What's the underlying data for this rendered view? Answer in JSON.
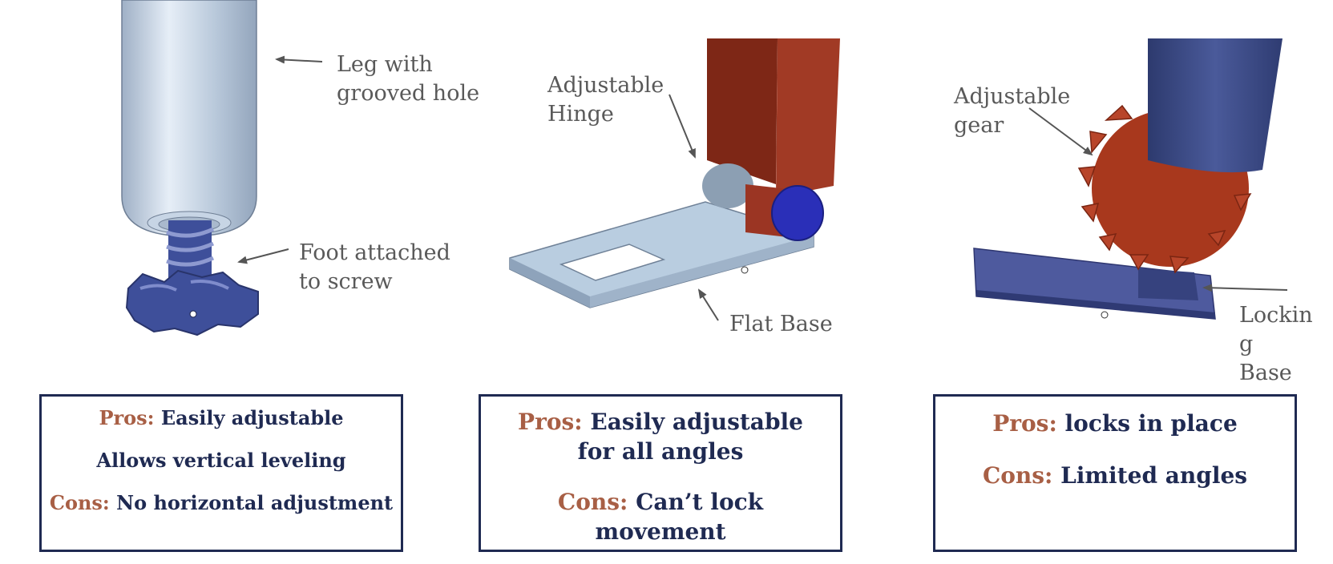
{
  "colors": {
    "pros_keyword": "#a85f45",
    "text_dark": "#1f2a52",
    "label_gray": "#595959",
    "box_border": "#1f2a52",
    "leg_steel": "#aebdd0",
    "foot_blue": "#3e4f9a",
    "hinge_red": "#9b3523",
    "base_light": "#b9cde0",
    "gear_red": "#a8381d",
    "post_navy": "#33417a"
  },
  "design1": {
    "label_leg": "Leg with\ngrooved hole",
    "label_foot": "Foot attached\nto screw",
    "pros_keyword": "Pros:",
    "pros_text": " Easily adjustable",
    "extra_line": "Allows vertical leveling",
    "cons_keyword": "Cons:",
    "cons_text": " No horizontal adjustment"
  },
  "design2": {
    "label_hinge": "Adjustable\nHinge",
    "label_base": "Flat Base",
    "pros_keyword": "Pros:",
    "pros_text": " Easily adjustable for all angles",
    "cons_keyword": "Cons:",
    "cons_text": " Can’t lock movement"
  },
  "design3": {
    "label_gear": "Adjustable\ngear",
    "label_base": "Lockin\ng\nBase",
    "pros_keyword": "Pros:",
    "pros_text": " locks in place",
    "cons_keyword": "Cons:",
    "cons_text": " Limited angles"
  }
}
